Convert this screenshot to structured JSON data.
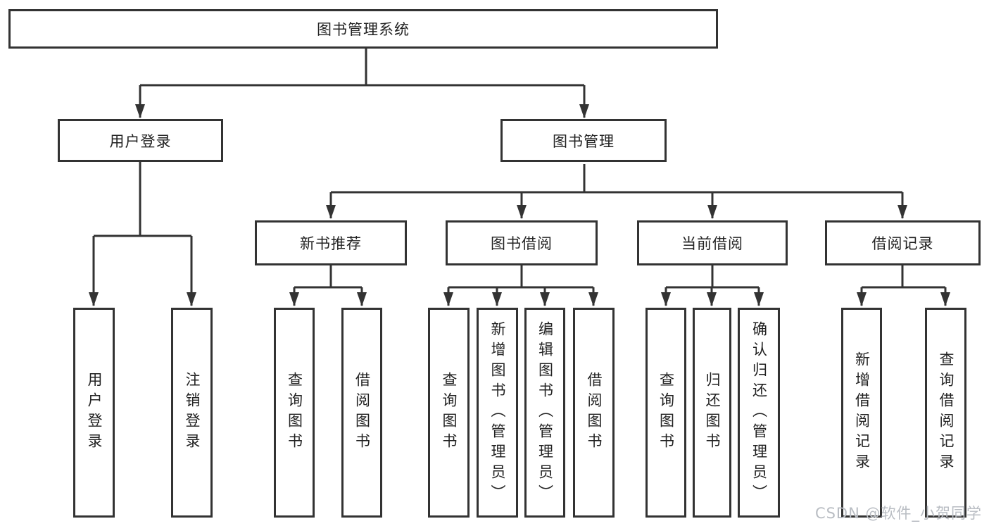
{
  "diagram": {
    "root": {
      "label": "图书管理系统"
    },
    "branches": [
      {
        "label": "用户登录",
        "children": [
          {
            "label": "用户登录"
          },
          {
            "label": "注销登录"
          }
        ]
      },
      {
        "label": "图书管理",
        "children": [
          {
            "label": "新书推荐",
            "children": [
              {
                "label": "查询图书"
              },
              {
                "label": "借阅图书"
              }
            ]
          },
          {
            "label": "图书借阅",
            "children": [
              {
                "label": "查询图书"
              },
              {
                "label": "新增图书（管理员）"
              },
              {
                "label": "编辑图书（管理员）"
              },
              {
                "label": "借阅图书"
              }
            ]
          },
          {
            "label": "当前借阅",
            "children": [
              {
                "label": "查询图书"
              },
              {
                "label": "归还图书"
              },
              {
                "label": "确认归还（管理员）"
              }
            ]
          },
          {
            "label": "借阅记录",
            "children": [
              {
                "label": "新增借阅记录"
              },
              {
                "label": "查询借阅记录"
              }
            ]
          }
        ]
      }
    ],
    "watermark": "CSDN @软件_小贺同学",
    "colors": {
      "line": "#333333",
      "text": "#222222",
      "watermark": "#b9bdc3",
      "background": "#ffffff"
    }
  }
}
